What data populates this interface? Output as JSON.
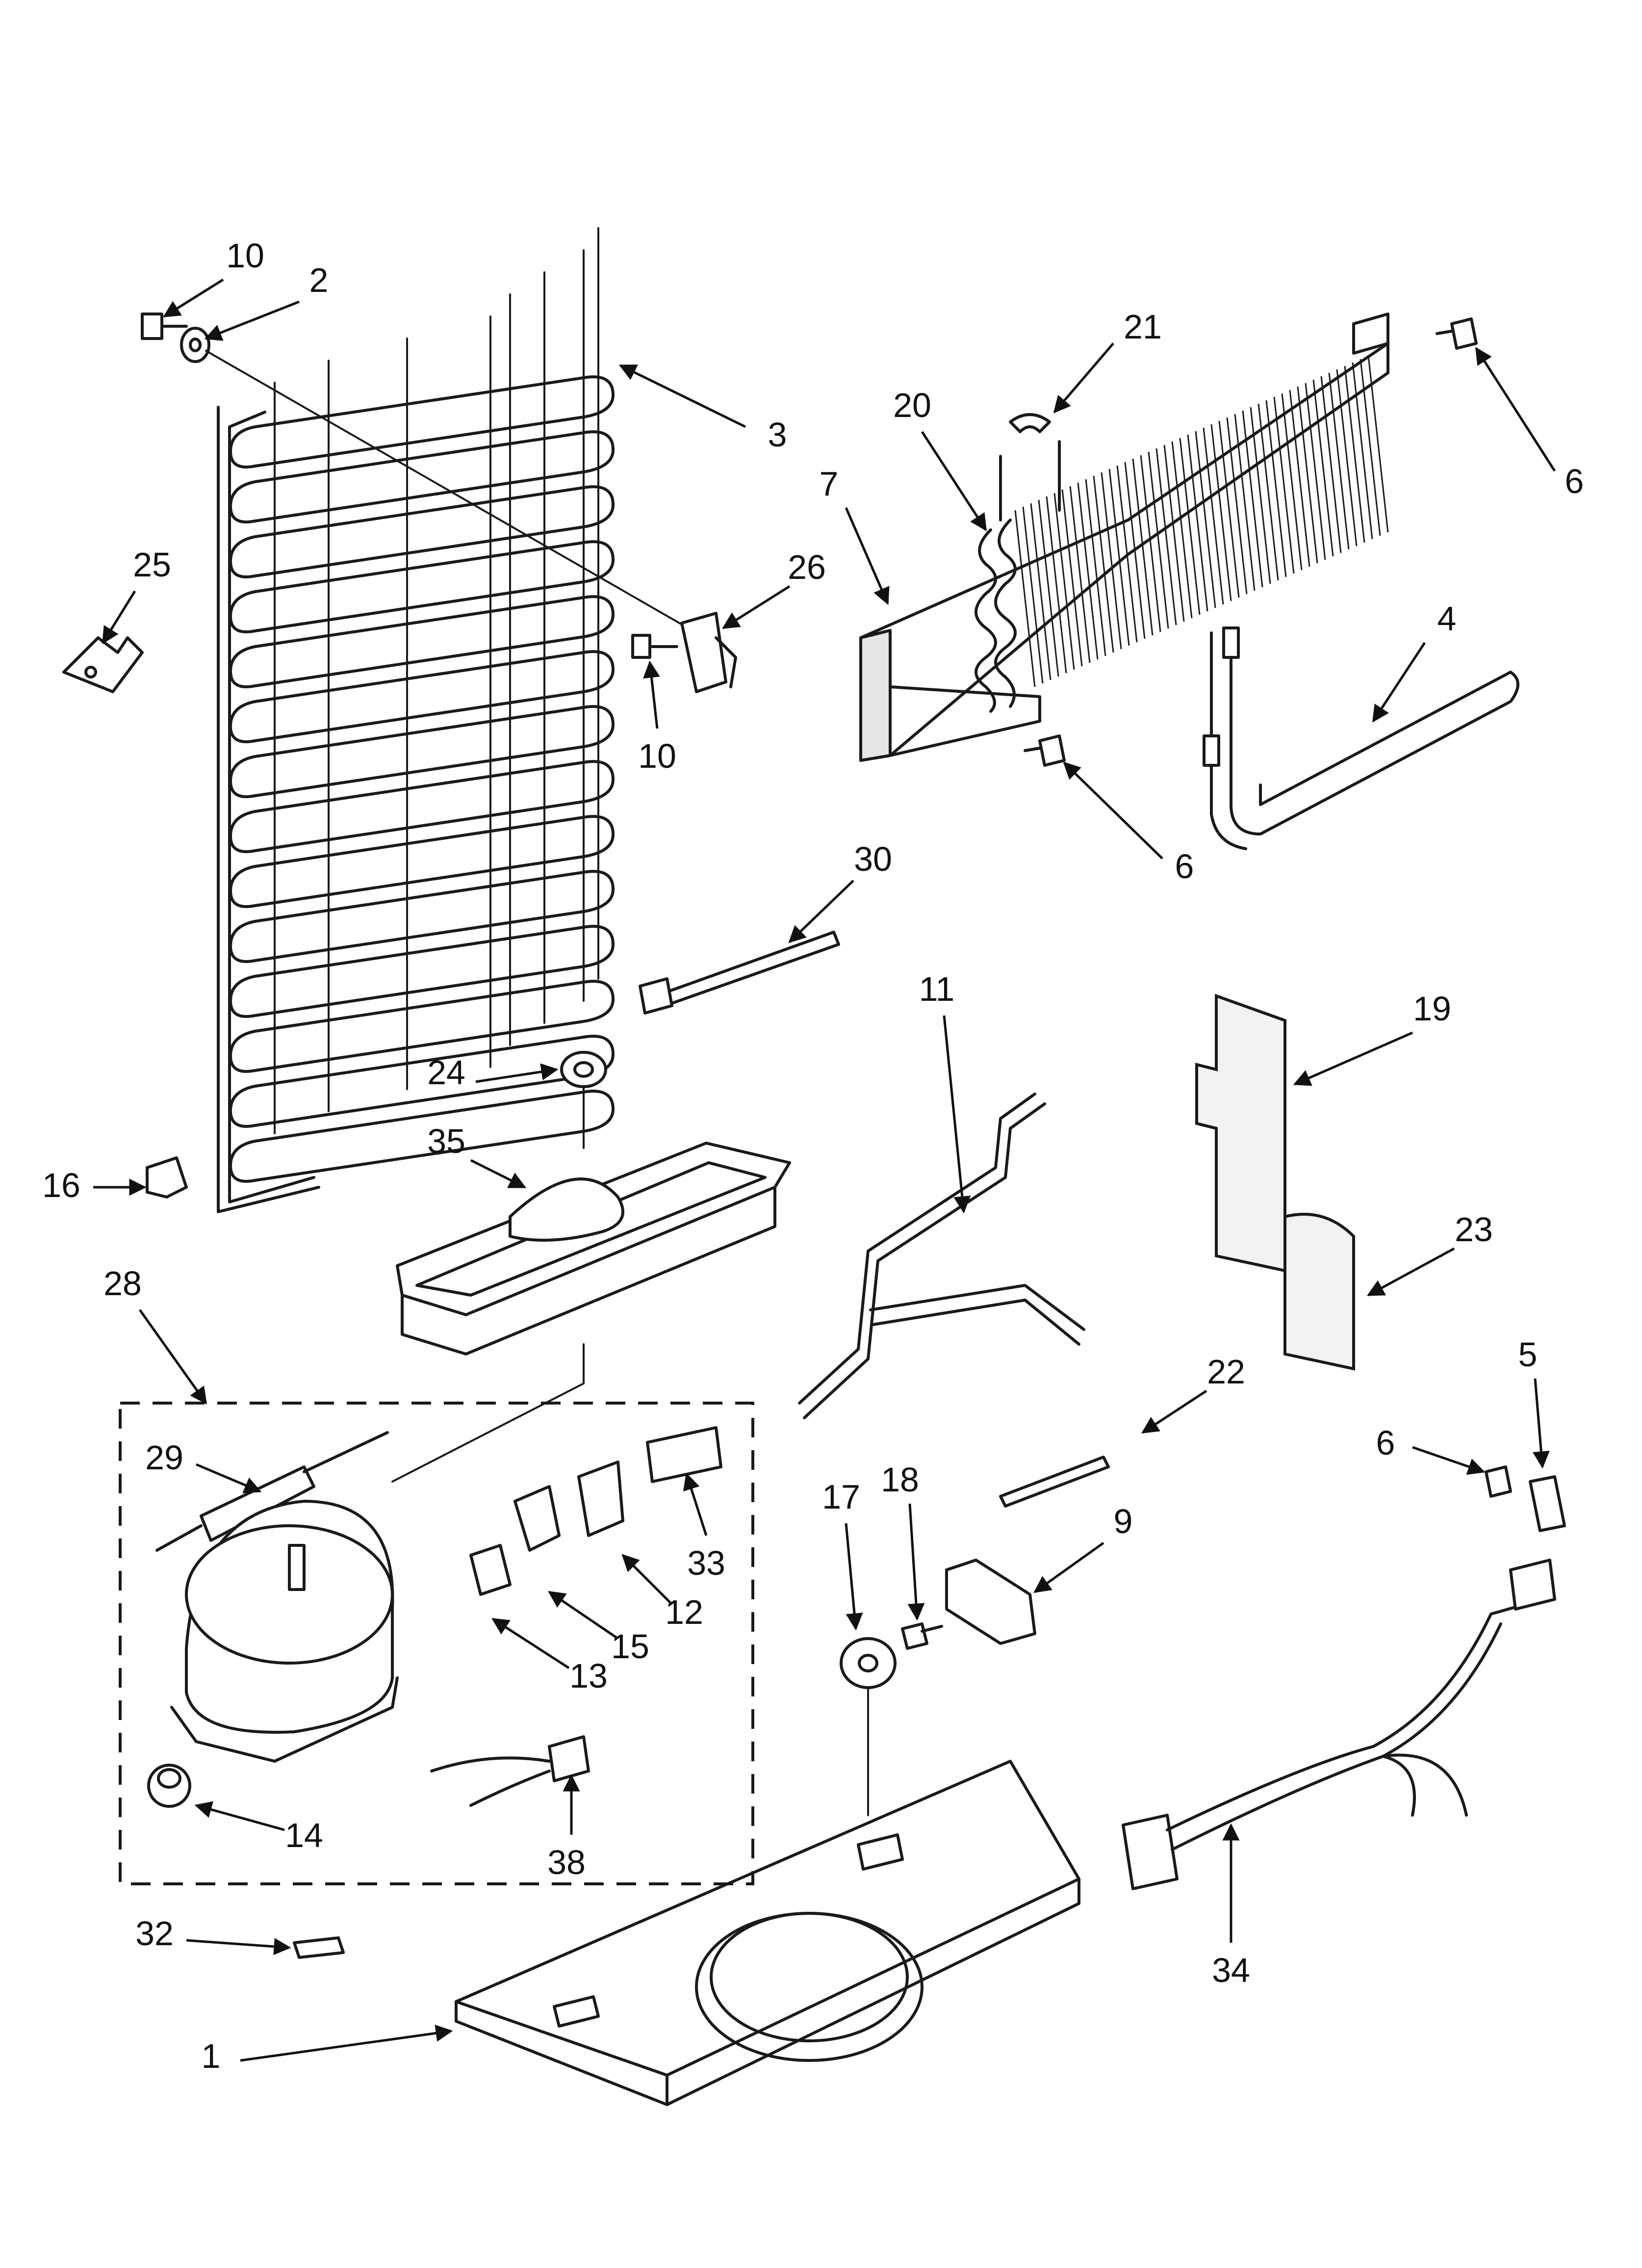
{
  "callouts": [
    {
      "id": "c10a",
      "text": "10"
    },
    {
      "id": "c2",
      "text": "2"
    },
    {
      "id": "c3",
      "text": "3"
    },
    {
      "id": "c25",
      "text": "25"
    },
    {
      "id": "c26",
      "text": "26"
    },
    {
      "id": "c10b",
      "text": "10"
    },
    {
      "id": "c16",
      "text": "16"
    },
    {
      "id": "c21",
      "text": "21"
    },
    {
      "id": "c20",
      "text": "20"
    },
    {
      "id": "c7",
      "text": "7"
    },
    {
      "id": "c6a",
      "text": "6"
    },
    {
      "id": "c4",
      "text": "4"
    },
    {
      "id": "c6b",
      "text": "6"
    },
    {
      "id": "c30",
      "text": "30"
    },
    {
      "id": "c19",
      "text": "19"
    },
    {
      "id": "c11",
      "text": "11"
    },
    {
      "id": "c24",
      "text": "24"
    },
    {
      "id": "c35",
      "text": "35"
    },
    {
      "id": "c23",
      "text": "23"
    },
    {
      "id": "c28",
      "text": "28"
    },
    {
      "id": "c22",
      "text": "22"
    },
    {
      "id": "c5",
      "text": "5"
    },
    {
      "id": "c6c",
      "text": "6"
    },
    {
      "id": "c29",
      "text": "29"
    },
    {
      "id": "c18",
      "text": "18"
    },
    {
      "id": "c17",
      "text": "17"
    },
    {
      "id": "c9",
      "text": "9"
    },
    {
      "id": "c33",
      "text": "33"
    },
    {
      "id": "c12",
      "text": "12"
    },
    {
      "id": "c15",
      "text": "15"
    },
    {
      "id": "c13",
      "text": "13"
    },
    {
      "id": "c14",
      "text": "14"
    },
    {
      "id": "c38",
      "text": "38"
    },
    {
      "id": "c34",
      "text": "34"
    },
    {
      "id": "c32",
      "text": "32"
    },
    {
      "id": "c1",
      "text": "1"
    }
  ],
  "icons": [
    "screw-icon",
    "washer-icon",
    "clip-icon",
    "arrow-icon"
  ]
}
